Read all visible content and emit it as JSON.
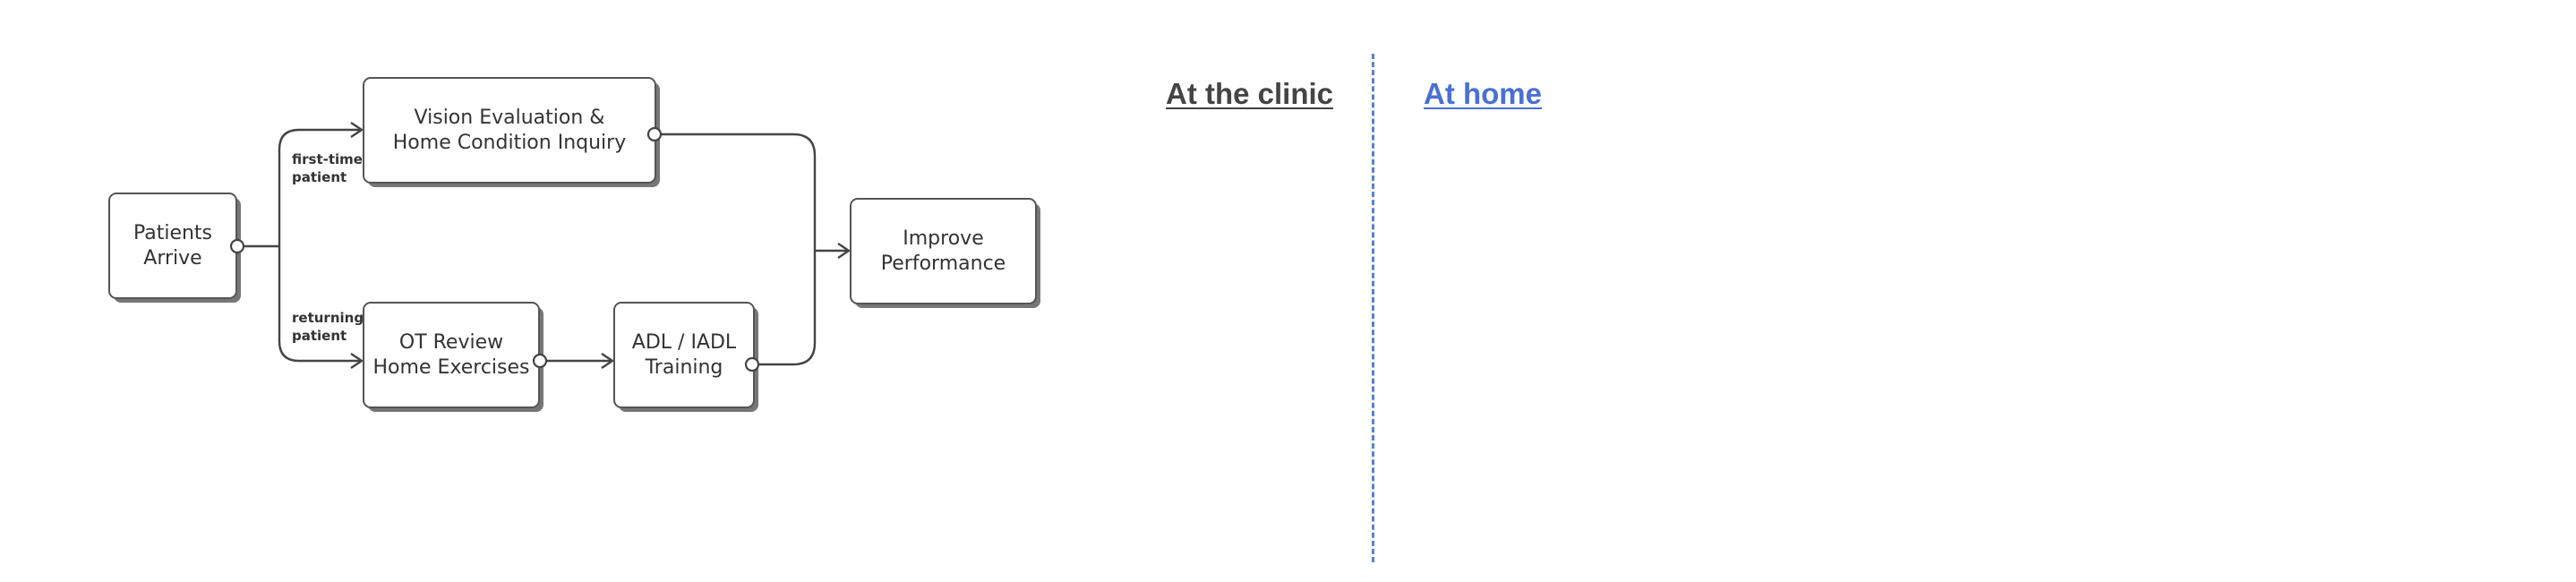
{
  "diagram": {
    "nodes": {
      "patients_arrive": [
        "Patients",
        "Arrive"
      ],
      "vision_eval": [
        "Vision Evaluation &",
        "Home Condition Inquiry"
      ],
      "ot_review": [
        "OT Review",
        "Home Exercises"
      ],
      "adl_training": [
        "ADL / IADL",
        "Training"
      ],
      "improve": [
        "Improve",
        "Performance"
      ]
    },
    "edge_labels": {
      "first_time": [
        "first-time",
        "patient"
      ],
      "returning": [
        "returning",
        "patient"
      ]
    }
  },
  "tabs": {
    "clinic": "At the clinic",
    "home": "At home"
  },
  "colors": {
    "node_border": "#555555",
    "node_shadow": "#777777",
    "line": "#444444",
    "active_tab": "#444444",
    "link_tab": "#4a6fd6",
    "divider": "#5b7fcc"
  }
}
